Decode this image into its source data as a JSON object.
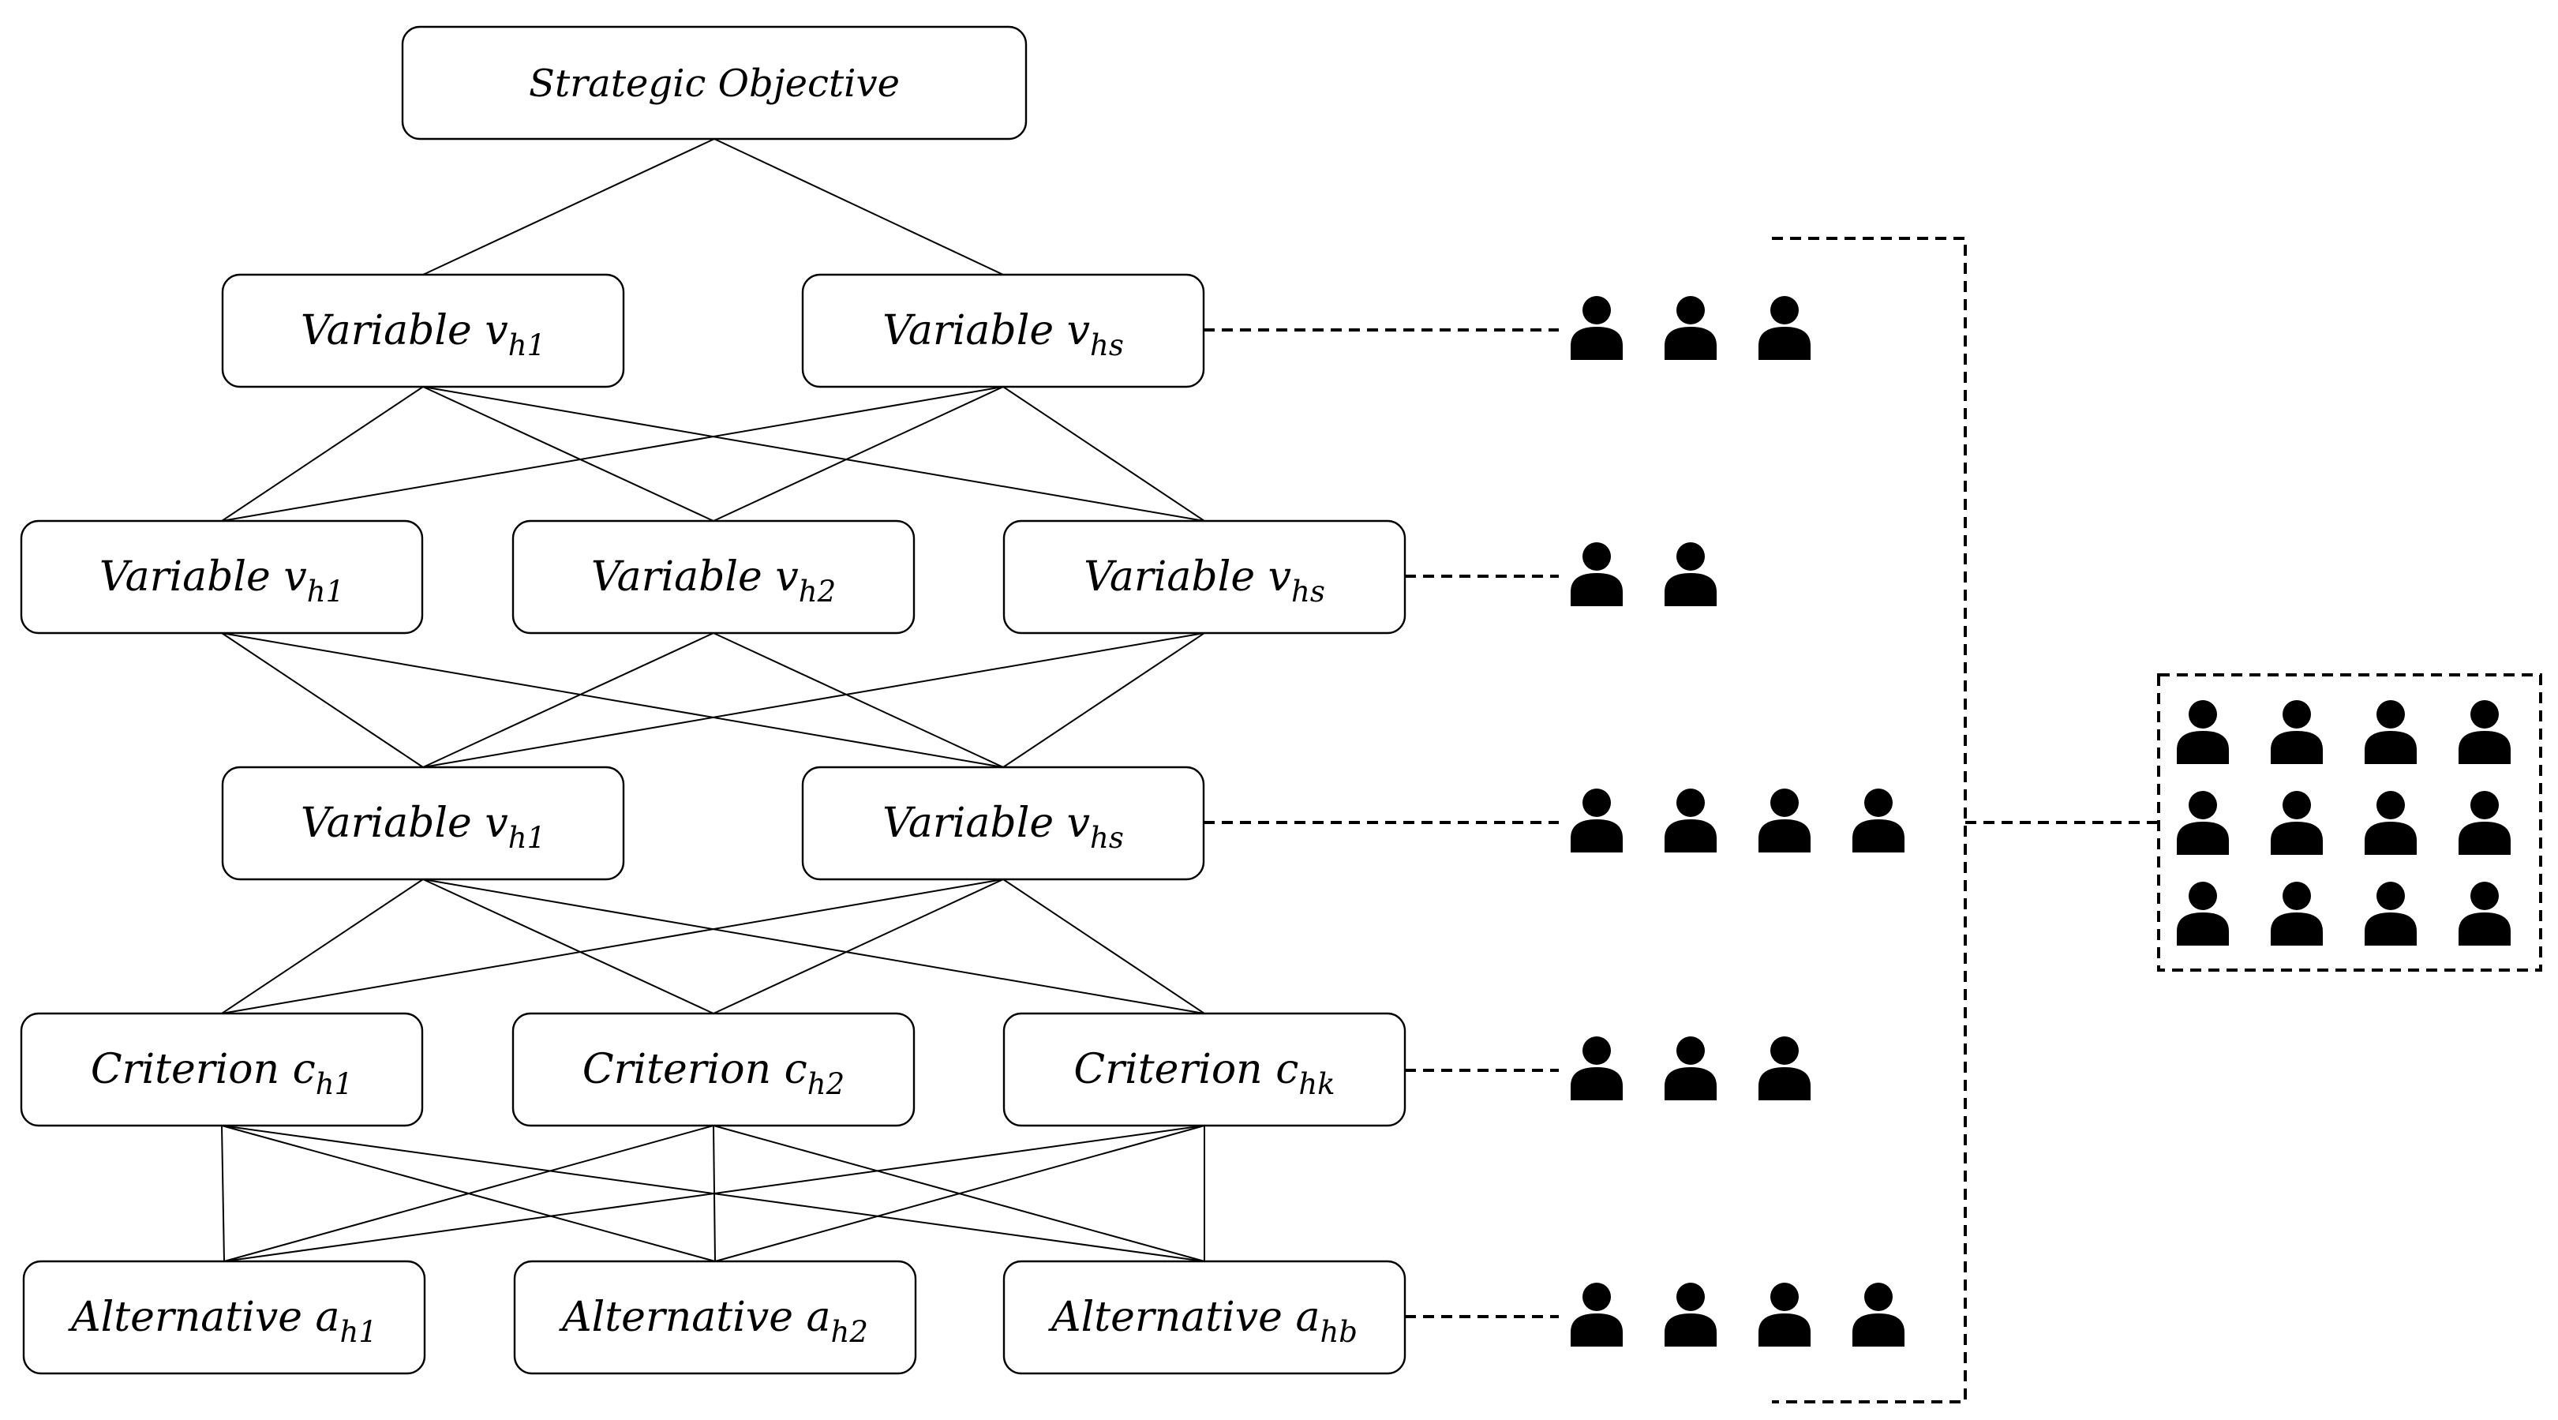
{
  "diagram": {
    "objective": {
      "label": "Strategic Objective"
    },
    "level1": [
      {
        "name": "Variable ",
        "sym": "v",
        "sub": "h1"
      },
      {
        "name": "Variable ",
        "sym": "v",
        "sub": "hs"
      }
    ],
    "level2": [
      {
        "name": "Variable ",
        "sym": "v",
        "sub": "h1"
      },
      {
        "name": "Variable ",
        "sym": "v",
        "sub": "h2"
      },
      {
        "name": "Variable ",
        "sym": "v",
        "sub": "hs"
      }
    ],
    "level3": [
      {
        "name": "Variable ",
        "sym": "v",
        "sub": "h1"
      },
      {
        "name": "Variable ",
        "sym": "v",
        "sub": "hs"
      }
    ],
    "criteria": [
      {
        "name": "Criterion ",
        "sym": "c",
        "sub": "h1"
      },
      {
        "name": "Criterion ",
        "sym": "c",
        "sub": "h2"
      },
      {
        "name": "Criterion ",
        "sym": "c",
        "sub": "hk"
      }
    ],
    "alternatives": [
      {
        "name": "Alternative ",
        "sym": "a",
        "sub": "h1"
      },
      {
        "name": "Alternative ",
        "sym": "a",
        "sub": "h2"
      },
      {
        "name": "Alternative ",
        "sym": "a",
        "sub": "hb"
      }
    ],
    "participant_groups": [
      3,
      2,
      4,
      3,
      4
    ],
    "pool": {
      "rows": 3,
      "cols": 4
    },
    "icon": "person-icon",
    "line_color": "#000000"
  }
}
